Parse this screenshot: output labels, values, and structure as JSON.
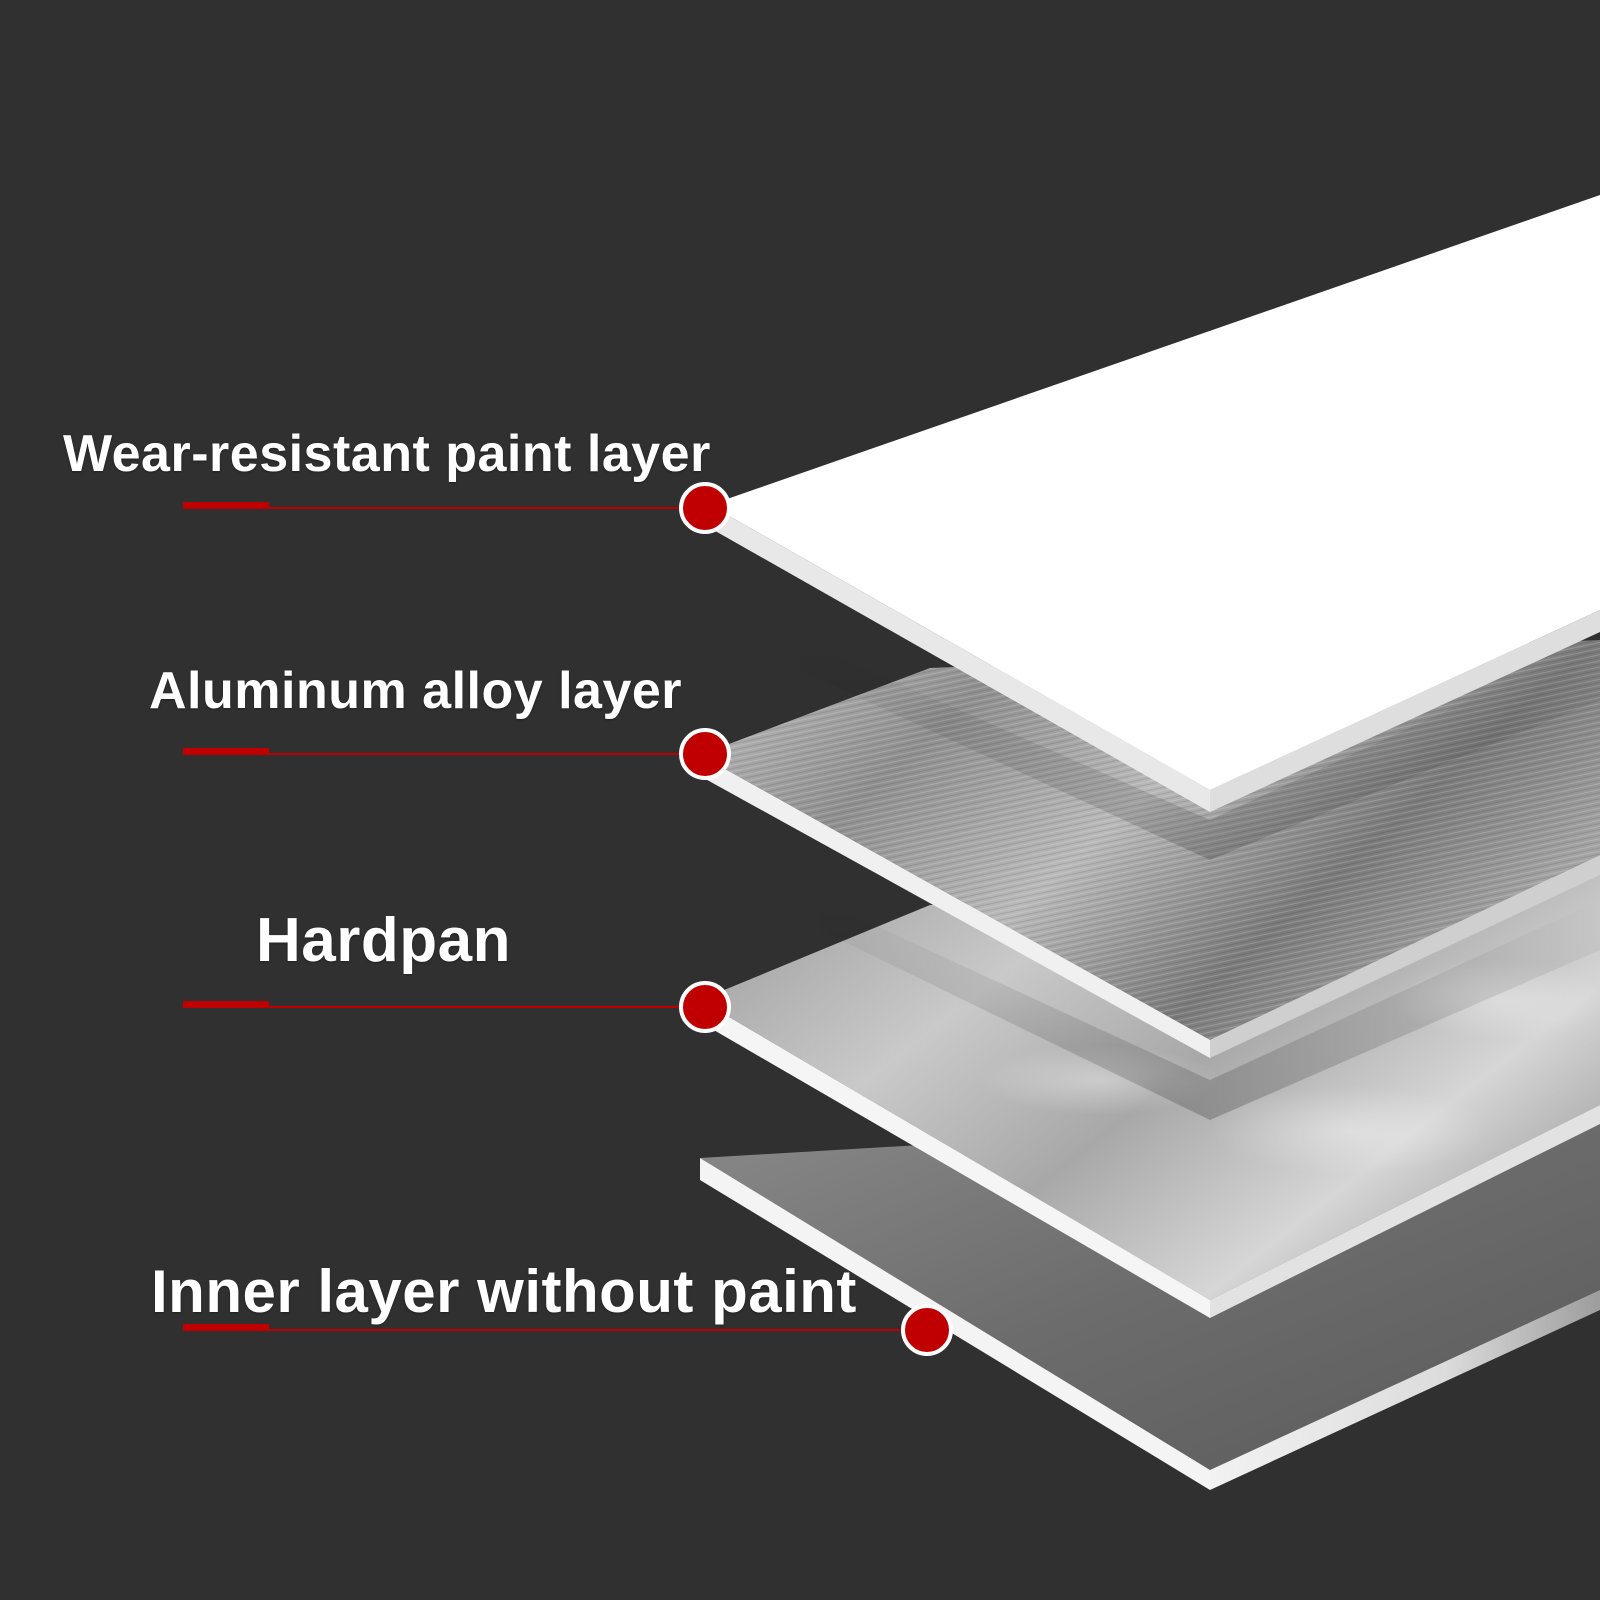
{
  "colors": {
    "background": "#303030",
    "marker": "#c00000",
    "label_text": "#ffffff"
  },
  "layers": [
    {
      "id": "paint",
      "label": "Wear-resistant paint layer"
    },
    {
      "id": "alloy",
      "label": "Aluminum alloy layer"
    },
    {
      "id": "hardpan",
      "label": "Hardpan"
    },
    {
      "id": "inner",
      "label": "Inner layer without paint"
    }
  ]
}
